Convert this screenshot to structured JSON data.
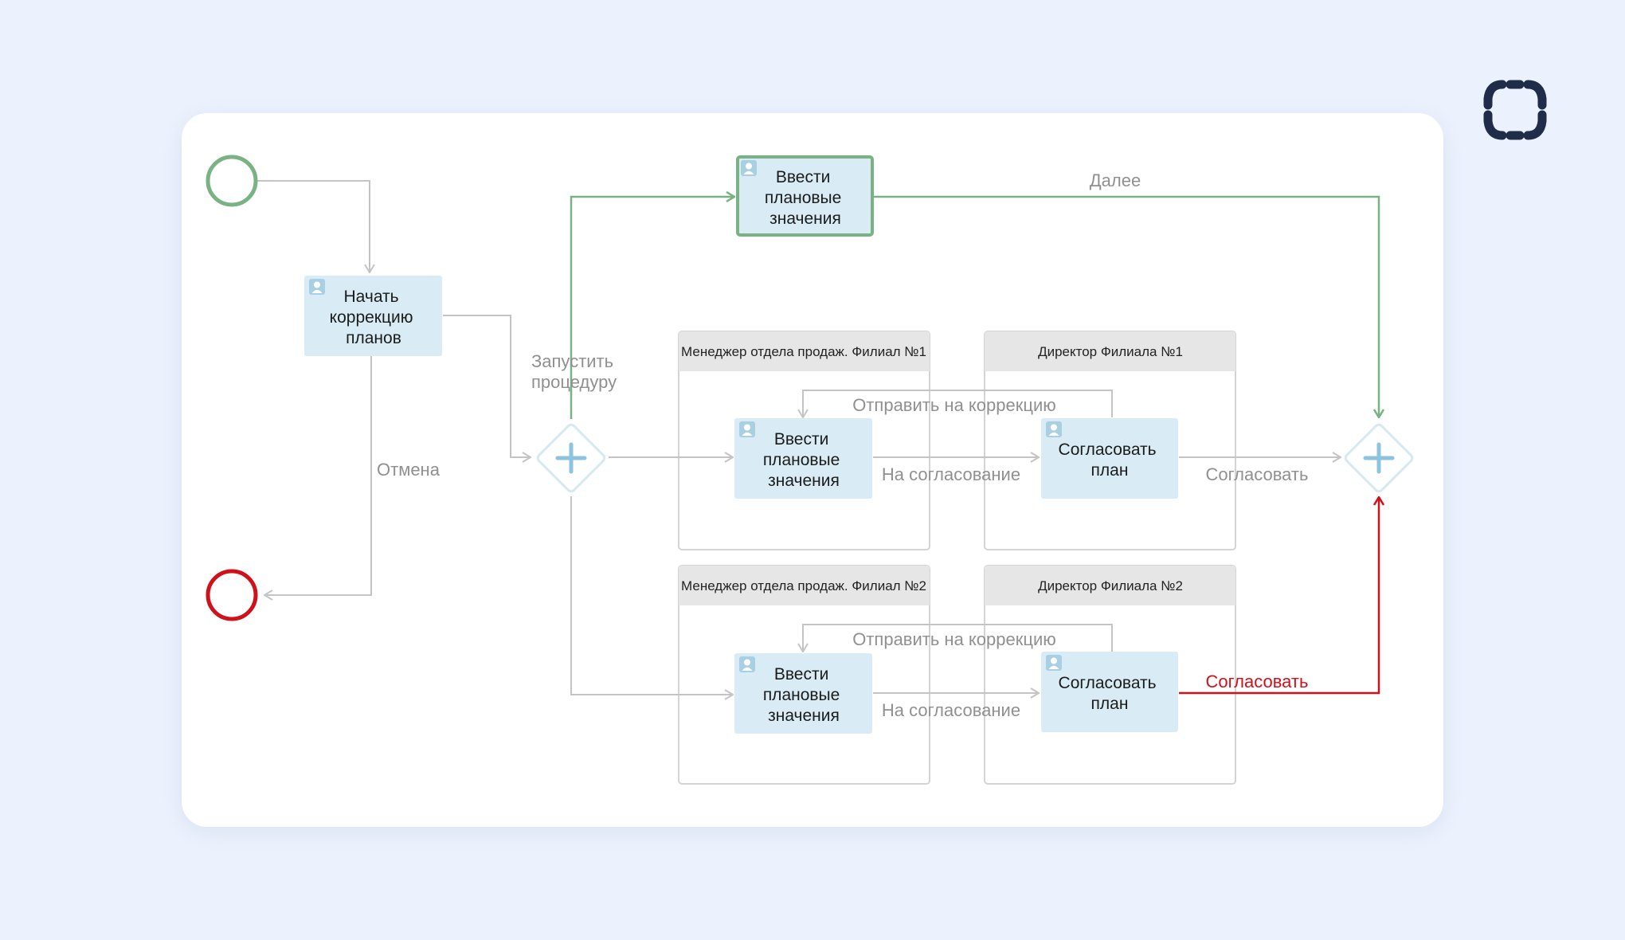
{
  "colors": {
    "background": "#ebf1fd",
    "card": "#ffffff",
    "task_fill": "#d9ecf5",
    "gray_flow": "#c4c4c4",
    "green_flow": "#79b384",
    "red_flow": "#d0111b",
    "start_event": "#79b384",
    "end_event": "#d0111b",
    "lane_header": "#e6e6e6",
    "logo": "#1f2d4a"
  },
  "logo": {
    "icon": "brand-logo-icon"
  },
  "tasks": {
    "start_correction": [
      "Начать",
      "коррекцию",
      "планов"
    ],
    "enter_plan_top": [
      "Ввести",
      "плановые",
      "значения"
    ],
    "enter_plan_branch1": [
      "Ввести",
      "плановые",
      "значения"
    ],
    "approve_branch1": [
      "Согласовать",
      "план"
    ],
    "enter_plan_branch2": [
      "Ввести",
      "плановые",
      "значения"
    ],
    "approve_branch2": [
      "Согласовать",
      "план"
    ]
  },
  "lanes": {
    "manager_branch1": "Менеджер отдела продаж. Филиал №1",
    "director_branch1": "Директор Филиала №1",
    "manager_branch2": "Менеджер отдела продаж. Филиал №2",
    "director_branch2": "Директор Филиала №2"
  },
  "flow_labels": {
    "launch": [
      "Запустить",
      "процедуру"
    ],
    "cancel": "Отмена",
    "next": "Далее",
    "send_back_1": "Отправить на коррекцию",
    "to_approval_1": "На согласование",
    "approve_1": "Согласовать",
    "send_back_2": "Отправить на коррекцию",
    "to_approval_2": "На согласование",
    "approve_2": "Согласовать"
  }
}
